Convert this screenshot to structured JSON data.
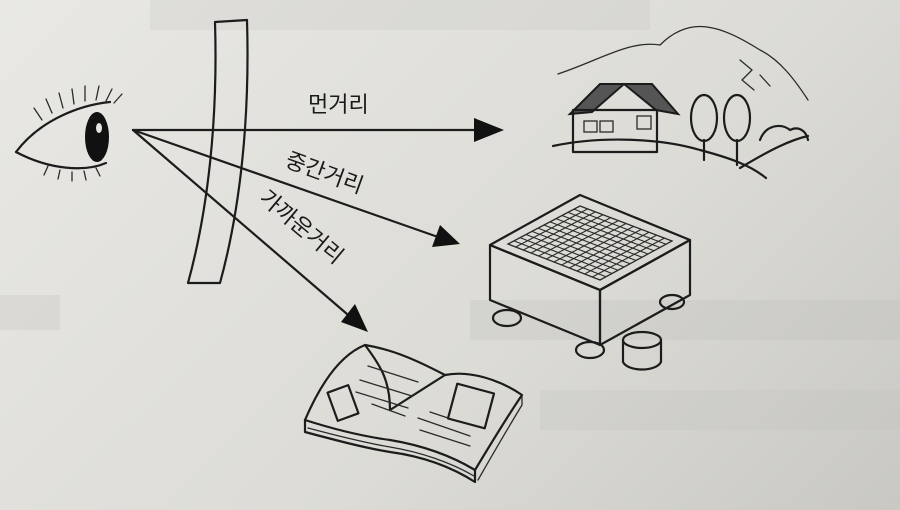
{
  "labels": {
    "far": "먼거리",
    "middle": "중간거리",
    "near": "가까운거리"
  },
  "colors": {
    "ink": "#1c1c1c",
    "paper": "#e6e5e1",
    "roof": "#555555"
  }
}
